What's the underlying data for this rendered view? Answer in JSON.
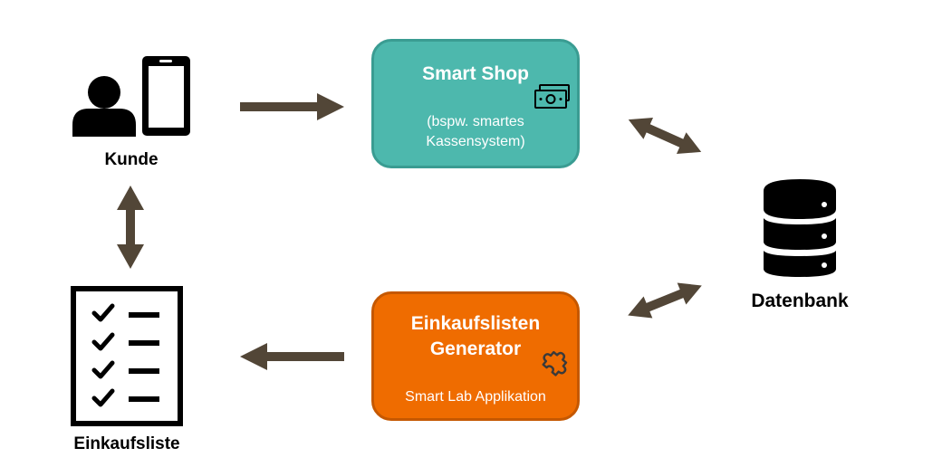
{
  "nodes": {
    "kunde": {
      "label": "Kunde"
    },
    "einkaufsliste": {
      "label": "Einkaufsliste"
    },
    "datenbank": {
      "label": "Datenbank"
    },
    "smart_shop": {
      "title": "Smart Shop",
      "subtitle_line1": "(bspw. smartes",
      "subtitle_line2": "Kassensystem)",
      "icon": "money-icon"
    },
    "generator": {
      "title_line1": "Einkaufslisten",
      "title_line2": "Generator",
      "subtitle": "Smart Lab Applikation",
      "icon": "puzzle-icon"
    }
  },
  "colors": {
    "arrow": "#524637",
    "smart_shop_fill": "#4db8ad",
    "smart_shop_border": "#3a9c92",
    "generator_fill": "#ef6c00",
    "generator_border": "#c55800",
    "icon_dark": "#000000"
  }
}
